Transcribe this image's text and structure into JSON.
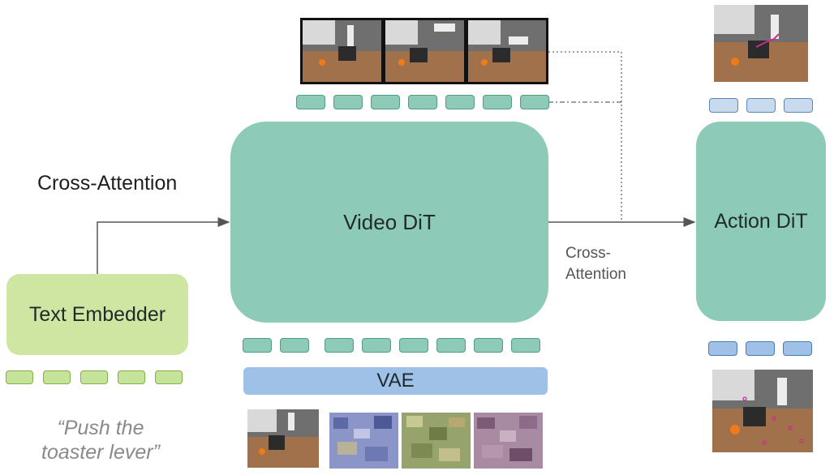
{
  "boxes": {
    "video_dit": "Video DiT",
    "action_dit": "Action DiT",
    "text_embedder": "Text Embedder",
    "vae": "VAE"
  },
  "labels": {
    "cross_attention_left": "Cross-Attention",
    "cross_attention_right_line1": "Cross-",
    "cross_attention_right_line2": "Attention"
  },
  "prompt": {
    "line1": "“Push the",
    "line2": "toaster lever”"
  },
  "colors": {
    "teal": "#8ecab8",
    "green": "#cfe6a3",
    "vae_blue": "#9fc1e8",
    "prompt_gray": "#8a8a8a"
  }
}
